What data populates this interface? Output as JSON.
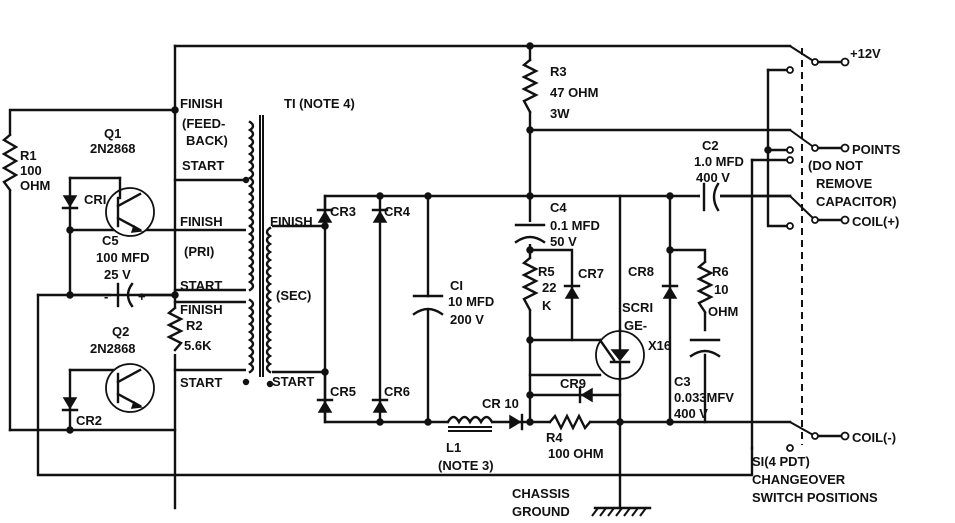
{
  "components": {
    "q1": {
      "ref": "Q1",
      "part": "2N2868"
    },
    "q2": {
      "ref": "Q2",
      "part": "2N2868"
    },
    "r1": {
      "ref": "R1",
      "value": "100",
      "unit": "OHM"
    },
    "r2": {
      "ref": "R2",
      "value": "5.6K"
    },
    "r3": {
      "ref": "R3",
      "value": "47 OHM",
      "rating": "3W"
    },
    "r4": {
      "ref": "R4",
      "value": "100 OHM"
    },
    "r5": {
      "ref": "R5",
      "value": "22",
      "unit": "K"
    },
    "r6": {
      "ref": "R6",
      "value": "10",
      "unit": "OHM"
    },
    "c1": {
      "ref": "CI",
      "value": "10 MFD",
      "voltage": "200 V"
    },
    "c2": {
      "ref": "C2",
      "value": "1.0 MFD",
      "voltage": "400 V"
    },
    "c3": {
      "ref": "C3",
      "value": "0.033MFV",
      "voltage": "400 V"
    },
    "c4": {
      "ref": "C4",
      "value": "0.1 MFD",
      "voltage": "50 V"
    },
    "c5": {
      "ref": "C5",
      "value": "100 MFD",
      "voltage": "25 V"
    },
    "cr1": "CRI",
    "cr2": "CR2",
    "cr3": "CR3",
    "cr4": "CR4",
    "cr5": "CR5",
    "cr6": "CR6",
    "cr7": "CR7",
    "cr8": "CR8",
    "cr9": "CR9",
    "cr10": "CR 10",
    "scr1": {
      "ref": "SCRI",
      "part_line1": "GE-",
      "part_line2": "X16"
    },
    "l1": {
      "ref": "L1",
      "note": "(NOTE 3)"
    },
    "t1": {
      "ref": "TI (NOTE 4)",
      "feedback_line1": "(FEED-",
      "feedback_line2": "BACK)",
      "primary": "(PRI)",
      "secondary": "(SEC)"
    },
    "s1": {
      "line1": "SI(4 PDT)",
      "line2": "CHANGEOVER",
      "line3": "SWITCH POSITIONS"
    }
  },
  "winding_labels": {
    "finish": "FINISH",
    "start": "START",
    "finish_sec": "FINISH"
  },
  "polarity": {
    "minus": "-",
    "plus": "+"
  },
  "terminals": {
    "plus12": "+12V",
    "points": "POINTS",
    "points_note_1": "(DO NOT",
    "points_note_2": "REMOVE",
    "points_note_3": "CAPACITOR)",
    "coil_plus": "COIL(+)",
    "coil_minus": "COIL(-)"
  },
  "ground": {
    "line1": "CHASSIS",
    "line2": "GROUND"
  }
}
